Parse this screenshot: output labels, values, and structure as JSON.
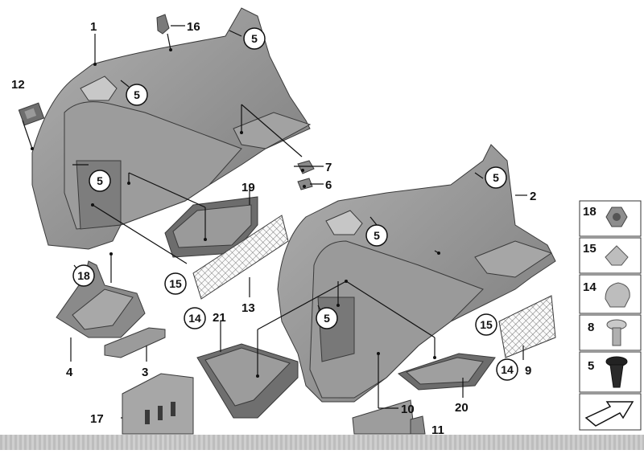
{
  "callouts": {
    "c1": "1",
    "c2": "2",
    "c3": "3",
    "c4": "4",
    "c5a": "5",
    "c5b": "5",
    "c5c": "5",
    "c5d": "5",
    "c5e": "5",
    "c5f": "5",
    "c6": "6",
    "c7": "7",
    "c9": "9",
    "c10": "10",
    "c11": "11",
    "c12": "12",
    "c13": "13",
    "c14a": "14",
    "c14b": "14",
    "c15a": "15",
    "c15b": "15",
    "c16": "16",
    "c17": "17",
    "c18": "18",
    "c19": "19",
    "c20": "20",
    "c21": "21"
  },
  "legend": {
    "items": [
      {
        "label": "18",
        "icon": "hex-nut-icon"
      },
      {
        "label": "15",
        "icon": "clip-nut-icon"
      },
      {
        "label": "14",
        "icon": "spring-nut-icon"
      },
      {
        "label": "8",
        "icon": "expanding-rivet-icon"
      },
      {
        "label": "5",
        "icon": "push-rivet-icon"
      }
    ],
    "arrow_icon": "direction-arrow-icon"
  },
  "colors": {
    "part_fill": "#8f8f8f",
    "part_light": "#b4b4b4",
    "part_dark": "#6e6e6e",
    "line": "#111111"
  }
}
